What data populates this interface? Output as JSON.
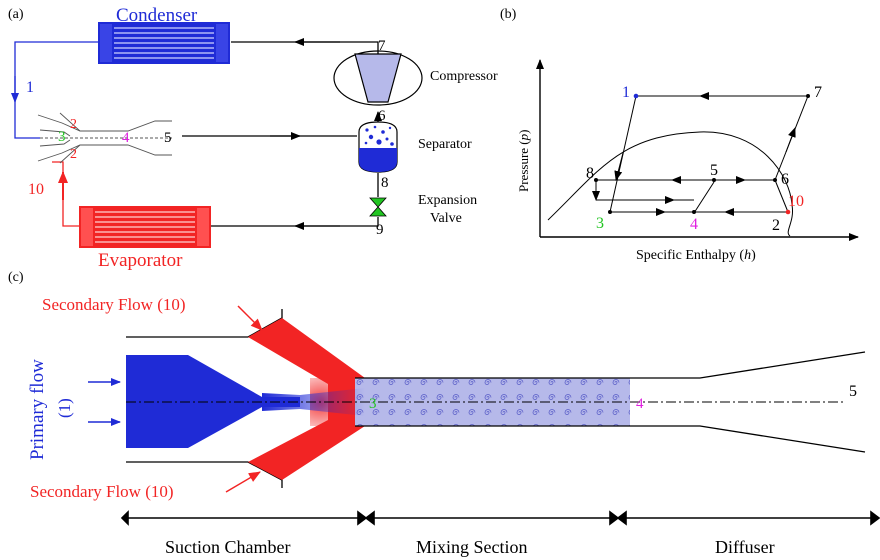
{
  "colors": {
    "primary_blue": "#1f2bd6",
    "secondary_red": "#f22424",
    "green_label": "#22c522",
    "magenta_label": "#e020e0",
    "mixing_fill": "#b6b9ea",
    "black": "#000000"
  },
  "panel_a": {
    "tag": "(a)",
    "condenser_label": "Condenser",
    "evaporator_label": "Evaporator",
    "compressor_label": "Compressor",
    "separator_label": "Separator",
    "expansion_label_line1": "Expansion",
    "expansion_label_line2": "Valve",
    "points": {
      "p1": "1",
      "p2a": "2",
      "p2b": "2",
      "p3": "3",
      "p4": "4",
      "p5": "5",
      "p6": "6",
      "p7": "7",
      "p8": "8",
      "p9": "9",
      "p10": "10"
    },
    "icons": [
      "condenser-heat-exchanger-icon",
      "evaporator-heat-exchanger-icon",
      "compressor-icon",
      "separator-vessel-icon",
      "expansion-valve-icon",
      "ejector-outline-icon"
    ]
  },
  "panel_b": {
    "tag": "(b)",
    "y_axis_label_prefix": "Pressure (",
    "y_axis_label_var": "p",
    "y_axis_label_suffix": ")",
    "x_axis_label_prefix": "Specific Enthalpy (",
    "x_axis_label_var": "h",
    "x_axis_label_suffix": ")",
    "state_labels": {
      "s1": "1",
      "s2": "2",
      "s3": "3",
      "s4": "4",
      "s5": "5",
      "s6": "6",
      "s7": "7",
      "s8": "8",
      "s10": "10"
    }
  },
  "panel_c": {
    "tag": "(c)",
    "secondary_flow_top": "Secondary Flow (10)",
    "secondary_flow_bottom": "Secondary Flow (10)",
    "primary_flow": "Primary flow",
    "primary_flow_number": "(1)",
    "label_3": "3",
    "label_4": "4",
    "label_5": "5",
    "section_suction": "Suction Chamber",
    "section_mixing": "Mixing Section",
    "section_diffuser": "Diffuser"
  }
}
